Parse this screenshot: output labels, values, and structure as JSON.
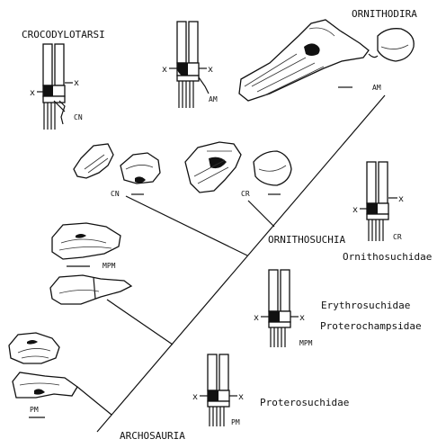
{
  "clades": {
    "crocodylotarsi": "CROCODYLOTARSI",
    "ornithodira": "ORNITHODIRA",
    "ornithosuchia": "ORNITHOSUCHIA",
    "archosauria": "ARCHOSAURIA"
  },
  "families": {
    "ornithosuchidae": "Ornithosuchidae",
    "erythrosuchidae": "Erythrosuchidae",
    "proterochampsidae": "Proterochampsidae",
    "proterosuchidae": "Proterosuchidae"
  },
  "ankle_codes": {
    "cn": "CN",
    "am": "AM",
    "cr": "CR",
    "mpm": "MPM",
    "pm": "PM"
  },
  "marker": "x"
}
